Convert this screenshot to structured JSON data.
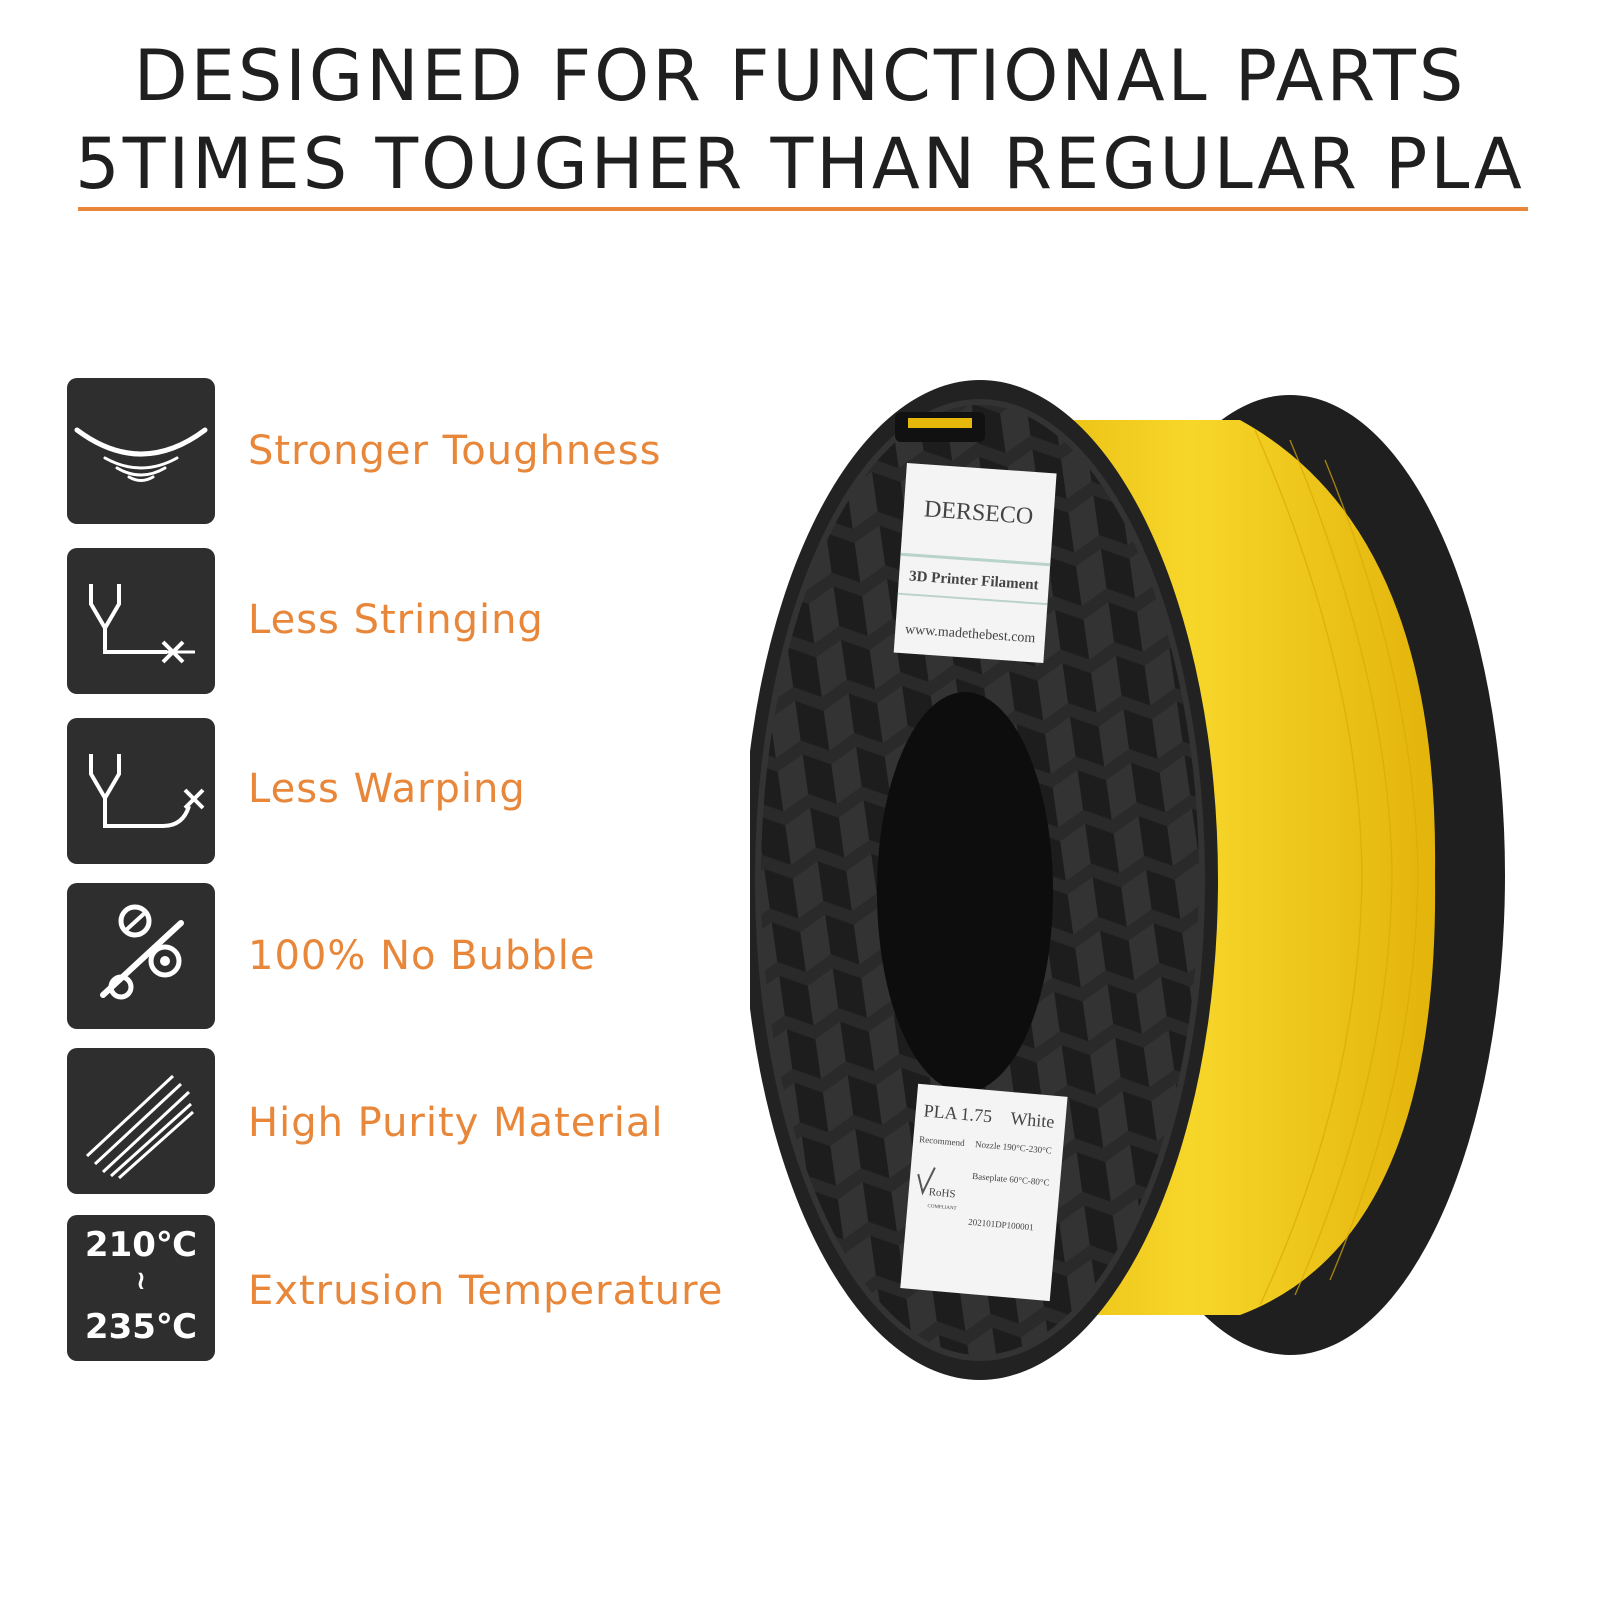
{
  "headline": {
    "line1": "DESIGNED FOR FUNCTIONAL PARTS",
    "line2": "5TIMES TOUGHER THAN REGULAR PLA"
  },
  "features": [
    {
      "icon": "bend-icon",
      "label": "Stronger Toughness"
    },
    {
      "icon": "stringing-icon",
      "label": "Less Stringing"
    },
    {
      "icon": "warping-icon",
      "label": "Less Warping"
    },
    {
      "icon": "bubble-icon",
      "label": "100% No Bubble"
    },
    {
      "icon": "filament-icon",
      "label": "High Purity Material"
    },
    {
      "icon": "temperature-icon",
      "label": "Extrusion Temperature",
      "temp_low": "210℃",
      "temp_sep": "≀",
      "temp_high": "235℃"
    }
  ],
  "spool": {
    "top_label": {
      "brand": "DERSECO",
      "product": "3D Printer Filament",
      "website": "www.madethebest.com"
    },
    "bottom_label": {
      "material": "PLA",
      "diameter": "1.75",
      "color_name": "White",
      "recommend": "Recommend",
      "nozzle": "Nozzle 190°C-230°C",
      "baseplate": "Baseplate 60°C-80°C",
      "rohs": "RoHS",
      "rohs_sub": "COMPLIANT",
      "batch": "202101DP100001"
    }
  },
  "colors": {
    "accent": "#e8873a",
    "headline_text": "#1f1f1f",
    "icon_bg": "#2e2e2e",
    "filament": "#f5cf1c",
    "spool": "#262626"
  }
}
